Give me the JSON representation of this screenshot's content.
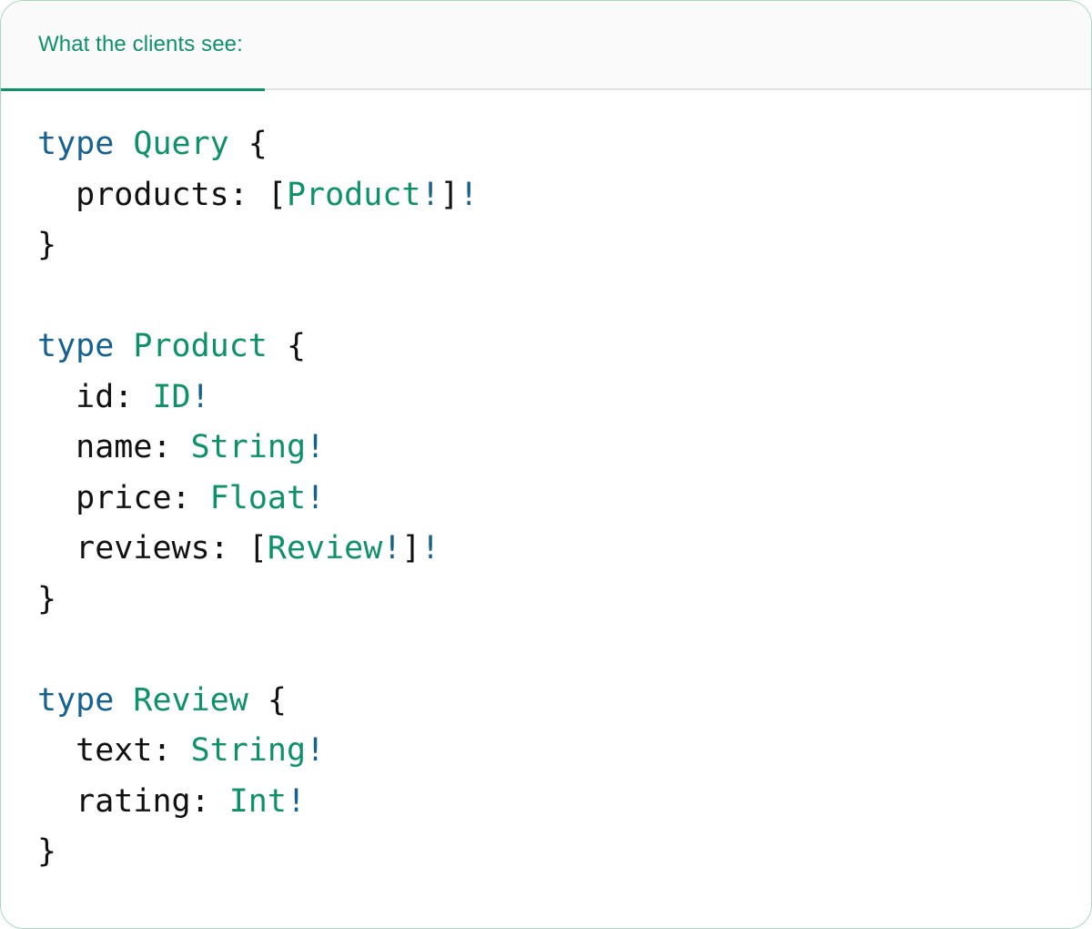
{
  "card": {
    "accent_color": "#0d9268",
    "keyword_color": "#15618f",
    "border_color": "#a9d6bf",
    "header_bg": "#fafafa",
    "body_bg": "#ffffff"
  },
  "tabs": [
    {
      "label": "What the clients see:",
      "active": true
    }
  ],
  "code": {
    "language": "graphql",
    "lines": [
      {
        "indent": 0,
        "tokens": [
          {
            "t": "type",
            "c": "kw"
          },
          {
            "t": " ",
            "c": "pn"
          },
          {
            "t": "Query",
            "c": "tn"
          },
          {
            "t": " {",
            "c": "pn"
          }
        ]
      },
      {
        "indent": 1,
        "tokens": [
          {
            "t": "products: ",
            "c": "pn"
          },
          {
            "t": "[",
            "c": "pn"
          },
          {
            "t": "Product",
            "c": "tn"
          },
          {
            "t": "!",
            "c": "bang"
          },
          {
            "t": "]",
            "c": "pn"
          },
          {
            "t": "!",
            "c": "bang"
          }
        ]
      },
      {
        "indent": 0,
        "tokens": [
          {
            "t": "}",
            "c": "pn"
          }
        ]
      },
      {
        "blank": true
      },
      {
        "indent": 0,
        "tokens": [
          {
            "t": "type",
            "c": "kw"
          },
          {
            "t": " ",
            "c": "pn"
          },
          {
            "t": "Product",
            "c": "tn"
          },
          {
            "t": " {",
            "c": "pn"
          }
        ]
      },
      {
        "indent": 1,
        "tokens": [
          {
            "t": "id: ",
            "c": "pn"
          },
          {
            "t": "ID",
            "c": "tn"
          },
          {
            "t": "!",
            "c": "bang"
          }
        ]
      },
      {
        "indent": 1,
        "tokens": [
          {
            "t": "name: ",
            "c": "pn"
          },
          {
            "t": "String",
            "c": "tn"
          },
          {
            "t": "!",
            "c": "bang"
          }
        ]
      },
      {
        "indent": 1,
        "tokens": [
          {
            "t": "price: ",
            "c": "pn"
          },
          {
            "t": "Float",
            "c": "tn"
          },
          {
            "t": "!",
            "c": "bang"
          }
        ]
      },
      {
        "indent": 1,
        "tokens": [
          {
            "t": "reviews: ",
            "c": "pn"
          },
          {
            "t": "[",
            "c": "pn"
          },
          {
            "t": "Review",
            "c": "tn"
          },
          {
            "t": "!",
            "c": "bang"
          },
          {
            "t": "]",
            "c": "pn"
          },
          {
            "t": "!",
            "c": "bang"
          }
        ]
      },
      {
        "indent": 0,
        "tokens": [
          {
            "t": "}",
            "c": "pn"
          }
        ]
      },
      {
        "blank": true
      },
      {
        "indent": 0,
        "tokens": [
          {
            "t": "type",
            "c": "kw"
          },
          {
            "t": " ",
            "c": "pn"
          },
          {
            "t": "Review",
            "c": "tn"
          },
          {
            "t": " {",
            "c": "pn"
          }
        ]
      },
      {
        "indent": 1,
        "tokens": [
          {
            "t": "text: ",
            "c": "pn"
          },
          {
            "t": "String",
            "c": "tn"
          },
          {
            "t": "!",
            "c": "bang"
          }
        ]
      },
      {
        "indent": 1,
        "tokens": [
          {
            "t": "rating: ",
            "c": "pn"
          },
          {
            "t": "Int",
            "c": "tn"
          },
          {
            "t": "!",
            "c": "bang"
          }
        ]
      },
      {
        "indent": 0,
        "tokens": [
          {
            "t": "}",
            "c": "pn"
          }
        ]
      }
    ]
  }
}
